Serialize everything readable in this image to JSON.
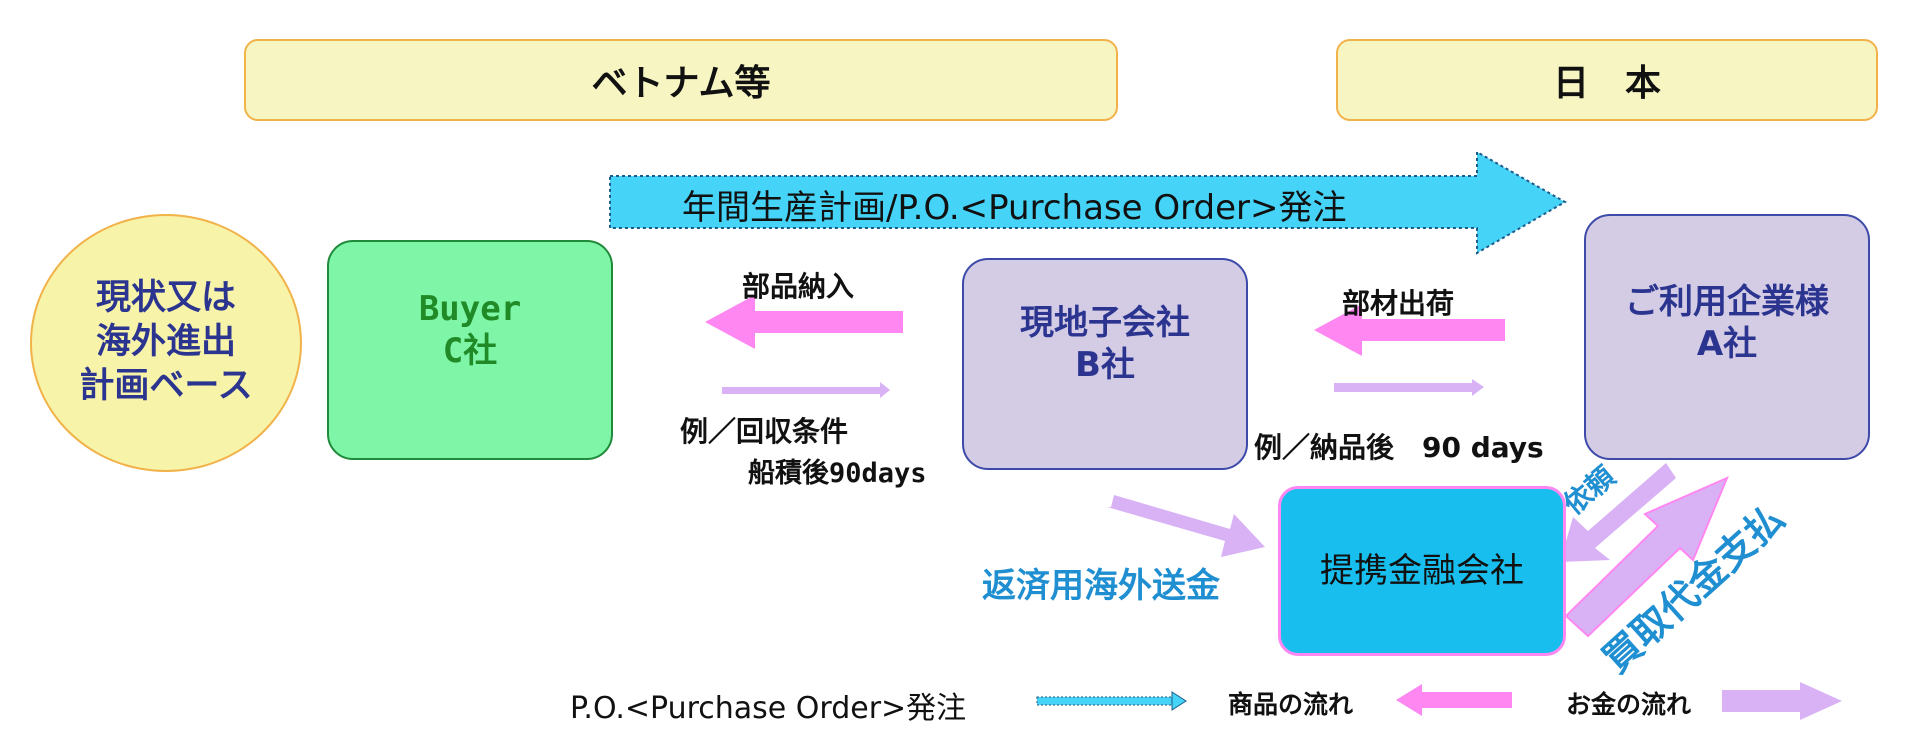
{
  "regions": {
    "left": "ベトナム等",
    "right": "日　本"
  },
  "nodes": {
    "status": "現状又は\n海外進出\n計画ベース",
    "buyer": "Buyer\nC社",
    "subsidiary": "現地子会社\nB社",
    "client": "ご利用企業様\nA社",
    "finance": "提携金融会社"
  },
  "flows": {
    "plan": "年間生産計画/P.O.<Purchase Order>発注",
    "parts_delivery": "部品納入",
    "material_shipment": "部材出荷",
    "example_left": "例／回収条件",
    "example_left_2": "船積後90days",
    "example_right": "例／納品後　90 days",
    "request": "依頼",
    "repayment": "返済用海外送金",
    "purchase_payment": "買取代金支払"
  },
  "legend": {
    "po": "P.O.<Purchase Order>発注",
    "goods": "商品の流れ",
    "money": "お金の流れ"
  },
  "colors": {
    "po_arrow": "#45d3f7",
    "goods_arrow": "#ff87f2",
    "money_arrow": "#d8b2f5",
    "status_circle": "#f7f3a8",
    "buyer_box": "#7ef5a7",
    "company_box": "#d4cbe5",
    "finance_box": "#18bfee",
    "navy_text": "#2b3590",
    "blue_text": "#1f8fd2"
  }
}
